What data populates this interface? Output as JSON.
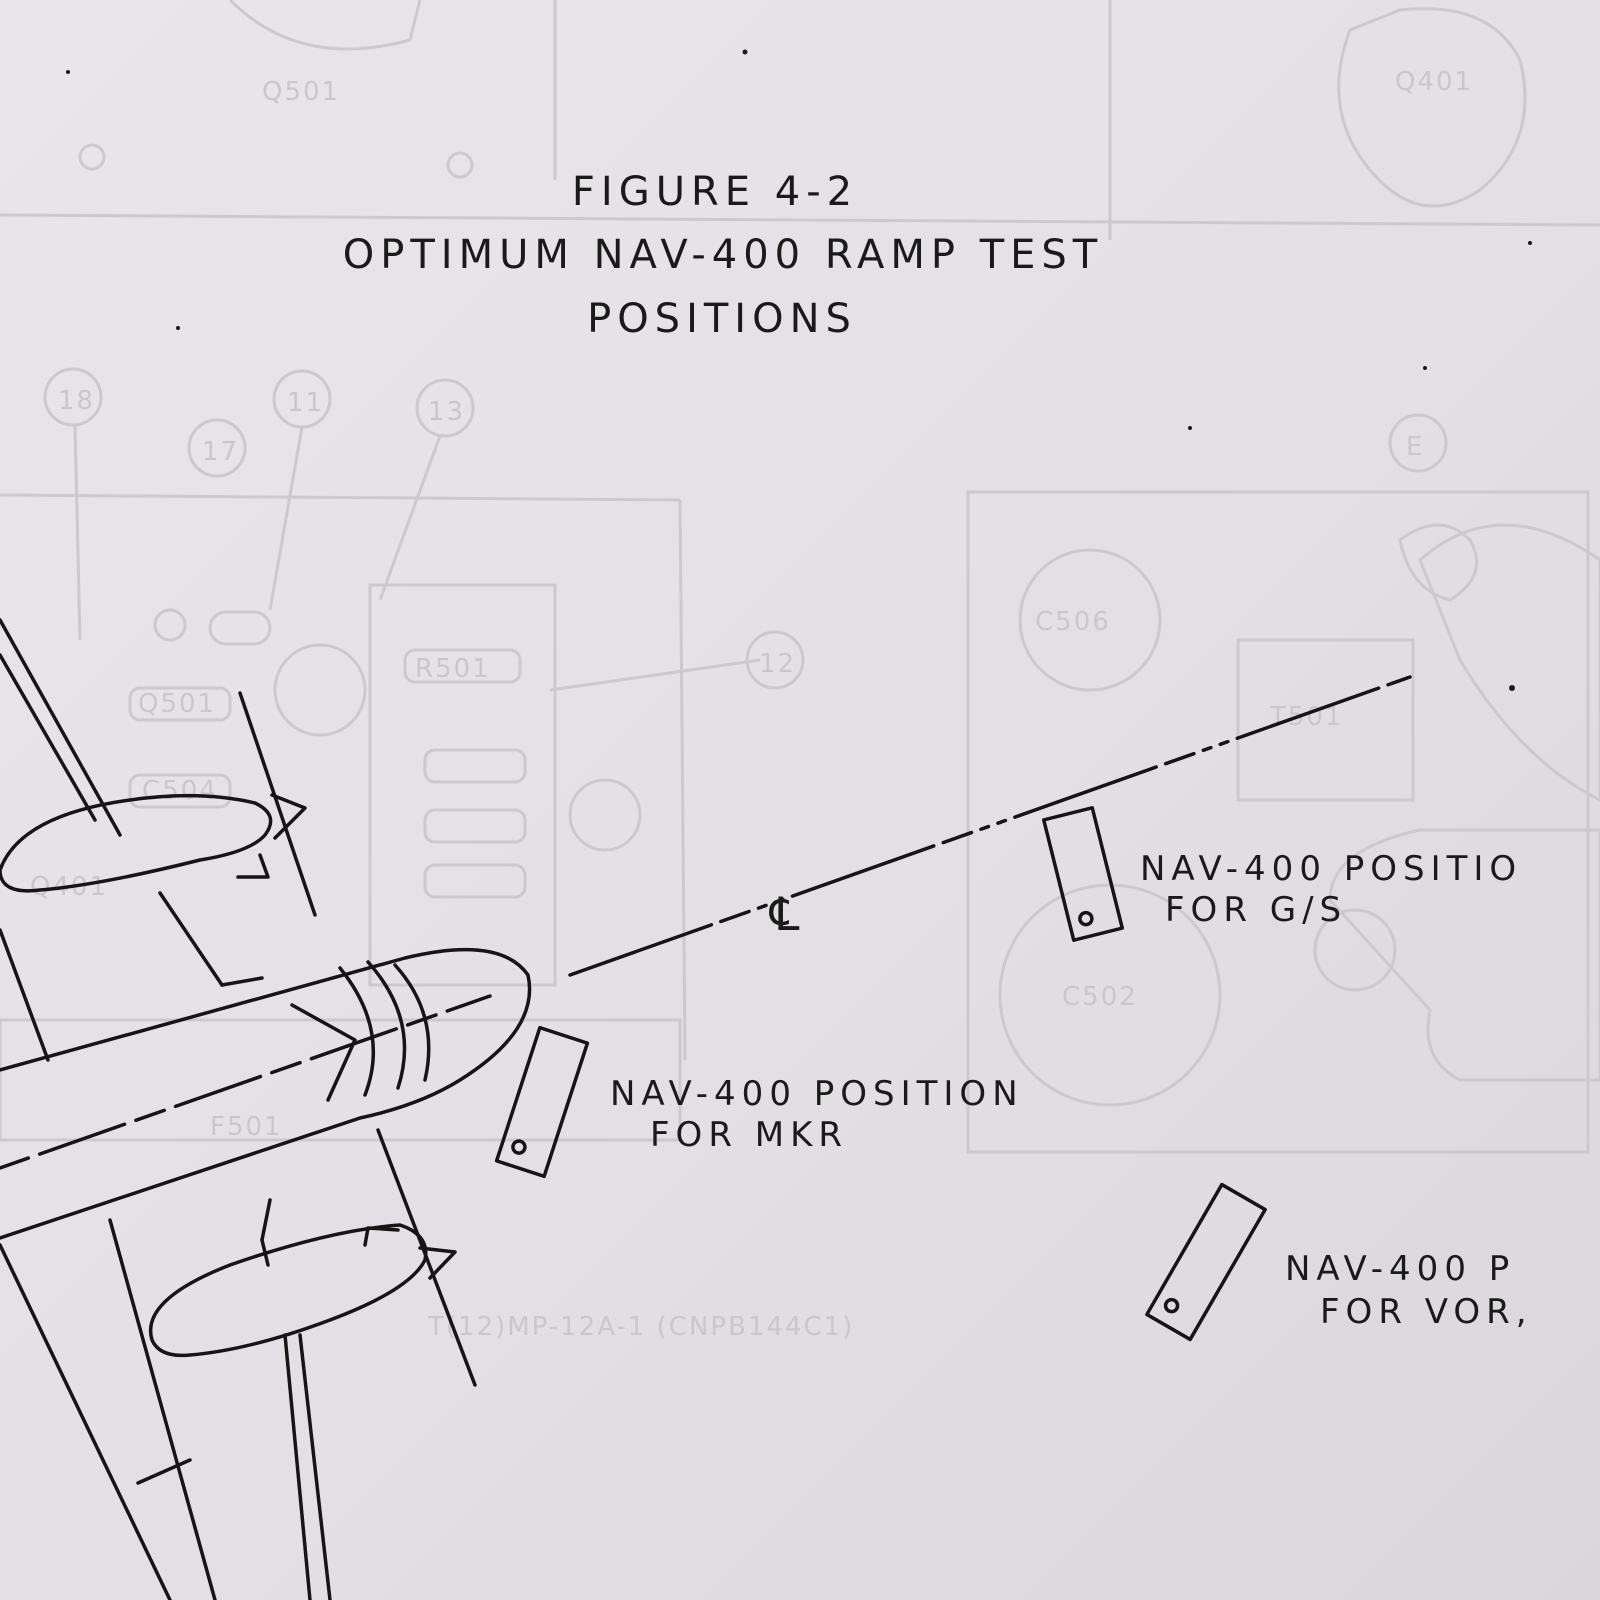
{
  "figure": {
    "number": "FIGURE 4-2",
    "title_line1": "OPTIMUM NAV-400 RAMP TEST",
    "title_line2": "POSITIONS"
  },
  "centerline_symbol": "℄",
  "positions": [
    {
      "line1": "NAV-400 POSITION",
      "line2": "FOR MKR"
    },
    {
      "line1": "NAV-400 POSITIO",
      "line2": "FOR G/S"
    },
    {
      "line1": "NAV-400 P",
      "line2": "FOR VOR,"
    }
  ],
  "show_through": {
    "labels": [
      "Q501",
      "Q401",
      "C506",
      "C502",
      "T501",
      "F501",
      "R501",
      "Q501",
      "C504",
      "Q401"
    ],
    "callouts": [
      "18",
      "11",
      "13",
      "17",
      "12",
      "E"
    ],
    "footer": "T(12)MP-12A-1 (CNPB144C1)"
  },
  "colors": {
    "paper": "#e3e1e4",
    "ink": "#151515",
    "show_through": "#cbc9cd"
  }
}
